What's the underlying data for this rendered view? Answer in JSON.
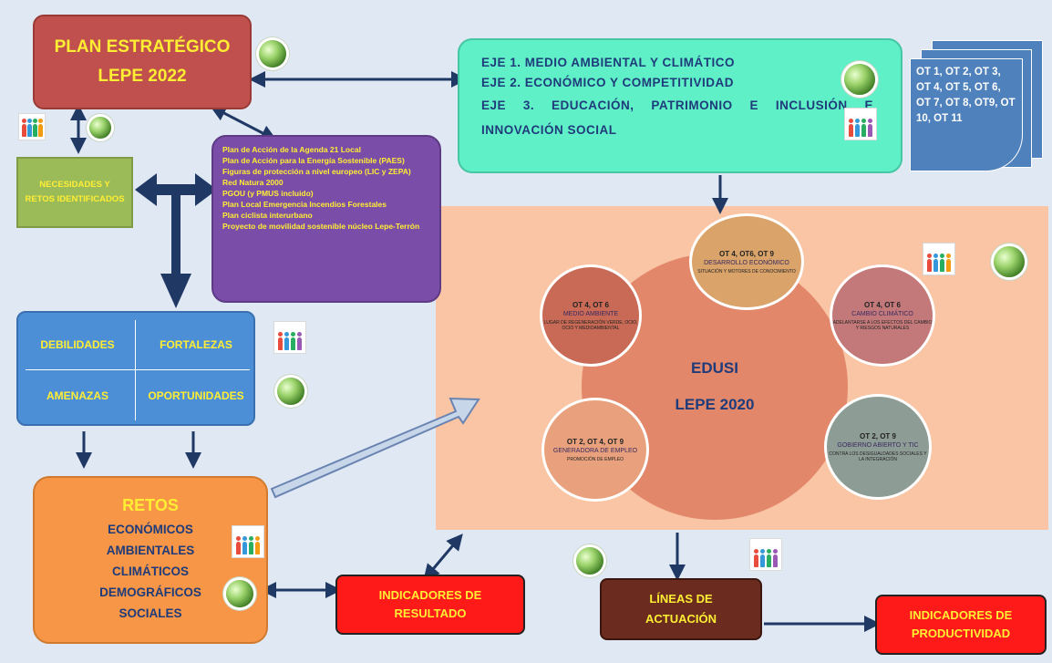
{
  "plan": {
    "line1": "PLAN ESTRATÉGICO",
    "line2": "LEPE 2022"
  },
  "ejes": [
    "EJE 1. MEDIO AMBIENTAL Y CLIMÁTICO",
    "EJE 2. ECONÓMICO Y COMPETITIVIDAD",
    "EJE 3. EDUCACIÓN, PATRIMONIO E INCLUSIÓN E INNOVACIÓN SOCIAL"
  ],
  "ot_doc": "OT 1, OT 2, OT 3, OT 4, OT 5, OT 6, OT 7, OT 8, OT9, OT 10, OT 11",
  "necesidades": "NECESIDADES Y RETOS IDENTIFICADOS",
  "planes": [
    "Plan de Acción de la Agenda 21 Local",
    "Plan de Acción para la Energía Sostenible (PAES)",
    "Figuras de protección a nivel europeo (LIC y ZEPA)",
    "Red Natura 2000",
    "PGOU (y PMUS incluido)",
    "Plan Local Emergencia Incendios Forestales",
    "Plan ciclista interurbano",
    "Proyecto de movilidad sostenible núcleo Lepe-Terrón"
  ],
  "dafo": {
    "d": "DEBILIDADES",
    "f": "FORTALEZAS",
    "a": "AMENAZAS",
    "o": "OPORTUNIDADES"
  },
  "retos": {
    "title": "RETOS",
    "items": [
      "ECONÓMICOS",
      "AMBIENTALES",
      "CLIMÁTICOS",
      "DEMOGRÁFICOS",
      "SOCIALES"
    ]
  },
  "indicadores_resultado": "INDICADORES DE RESULTADO",
  "lineas": "LÍNEAS DE ACTUACIÓN",
  "indicadores_productividad": "INDICADORES DE PRODUCTIVIDAD",
  "edusi": {
    "line1": "EDUSI",
    "line2": "LEPE 2020"
  },
  "circles": [
    {
      "ot": "OT 4, OT6, OT 9",
      "title": "DESARROLLO ECONÓMICO",
      "desc": "SITUACIÓN Y MOTORES DE CONOCIMIENTO"
    },
    {
      "ot": "OT 4, OT 6",
      "title": "CAMBIO CLIMÁTICO",
      "desc": "ADELANTARSE A LOS EFECTOS DEL CAMBIO Y RIESGOS NATURALES"
    },
    {
      "ot": "OT 2, OT 9",
      "title": "GOBIERNO ABIERTO Y TIC",
      "desc": "CONTRA LOS DESIGUALDADES SOCIALES Y LA INTEGRACIÓN"
    },
    {
      "ot": "OT 2, OT 4, OT 9",
      "title": "GENERADORA DE EMPLEO",
      "desc": "PROMOCIÓN DE EMPLEO"
    },
    {
      "ot": "OT 4, OT 6",
      "title": "MEDIO AMBIENTE",
      "desc": "LUGAR DE REGENERACIÓN VERDE, OCIO, OCIO Y MEDIOAMBIENTAL"
    }
  ],
  "colors": {
    "plan": "#c0504d",
    "ejes": "#5ff0c8",
    "ot_doc": "#4f81bd",
    "necesidades": "#9bbb59",
    "planes": "#7a4ea8",
    "dafo": "#4d8fd6",
    "retos": "#f79646",
    "indicadores": "#ff1a1a",
    "lineas": "#6b2c1f",
    "edusi_bg": "#f9c5a4",
    "arrow": "#1f3864"
  },
  "icons": [
    "globe-icon",
    "people-icon"
  ]
}
